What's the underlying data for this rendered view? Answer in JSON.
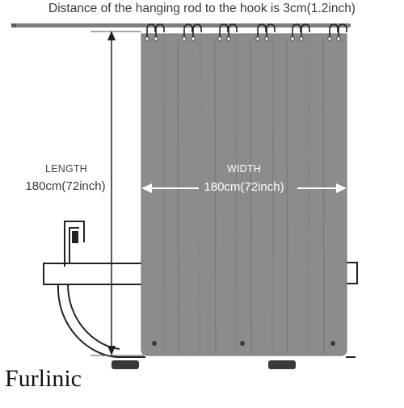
{
  "top_note": "Distance of the hanging rod to the hook is 3cm(1.2inch)",
  "length": {
    "label": "LENGTH",
    "value": "180cm(72inch)"
  },
  "width": {
    "label": "WIDTH",
    "value": "180cm(72inch)"
  },
  "brand": "Furlinic",
  "colors": {
    "curtain": "#8c8c8c",
    "curtain_edge": "#6f6f6f",
    "fold_line": "#7a7a7a",
    "rod": "#7d7d7d",
    "line_art": "#222222",
    "tub_feet": "#3a3a3a",
    "arrow_on_curtain": "#ffffff"
  }
}
